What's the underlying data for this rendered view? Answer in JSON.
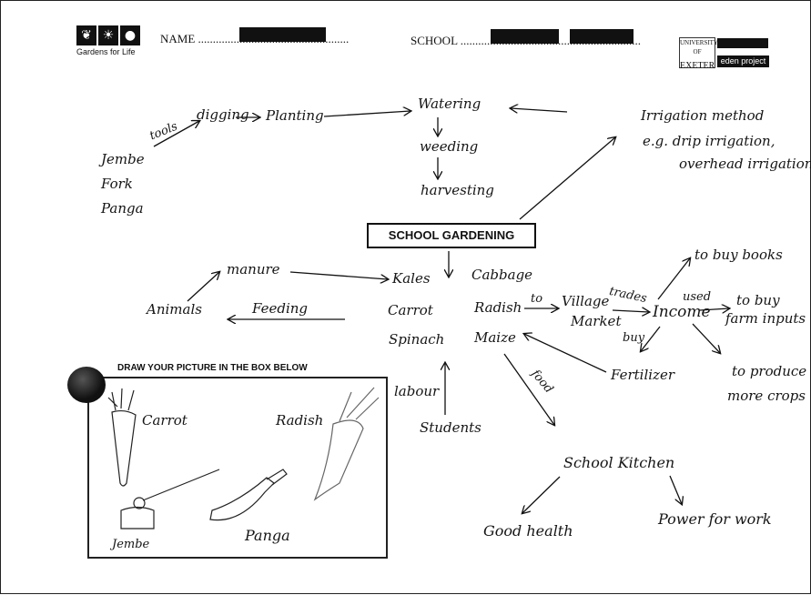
{
  "header": {
    "logo_text": "Gardens for Life",
    "name_label": "NAME ...................................................",
    "school_label": "SCHOOL .............................................................",
    "exeter_small": "UNIVERSITY OF",
    "exeter_text": "EXETER",
    "eden_text": "eden project"
  },
  "title": "SCHOOL GARDENING",
  "draw_title": "DRAW YOUR PICTURE IN THE BOX BELOW",
  "labels": {
    "tools": "tools",
    "digging": "digging",
    "planting": "Planting",
    "jembe": "Jembe",
    "fork": "Fork",
    "panga": "Panga",
    "watering": "Watering",
    "weeding": "weeding",
    "harvesting": "harvesting",
    "irrigation1": "Irrigation method",
    "irrigation2": "e.g. drip irrigation,",
    "irrigation3": "overhead irrigation",
    "manure": "manure",
    "kales": "Kales",
    "cabbage": "Cabbage",
    "carrot": "Carrot",
    "radish": "Radish",
    "spinach": "Spinach",
    "maize": "Maize",
    "animals": "Animals",
    "feeding": "Feeding",
    "to": "to",
    "village_market1": "Village",
    "village_market2": "Market",
    "trades": "trades",
    "income": "Income",
    "used": "used",
    "buy": "buy",
    "to_buy_books": "to buy books",
    "to_buy_farm1": "to buy",
    "to_buy_farm2": "farm inputs",
    "to_produce1": "to produce",
    "to_produce2": "more crops",
    "fertilizer": "Fertilizer",
    "food": "food",
    "labour": "labour",
    "students": "Students",
    "school_kitchen": "School Kitchen",
    "good_health": "Good health",
    "power_for_work": "Power for work"
  },
  "drawing": {
    "carrot": "Carrot",
    "radish": "Radish",
    "jembe": "Jembe",
    "panga": "Panga"
  }
}
